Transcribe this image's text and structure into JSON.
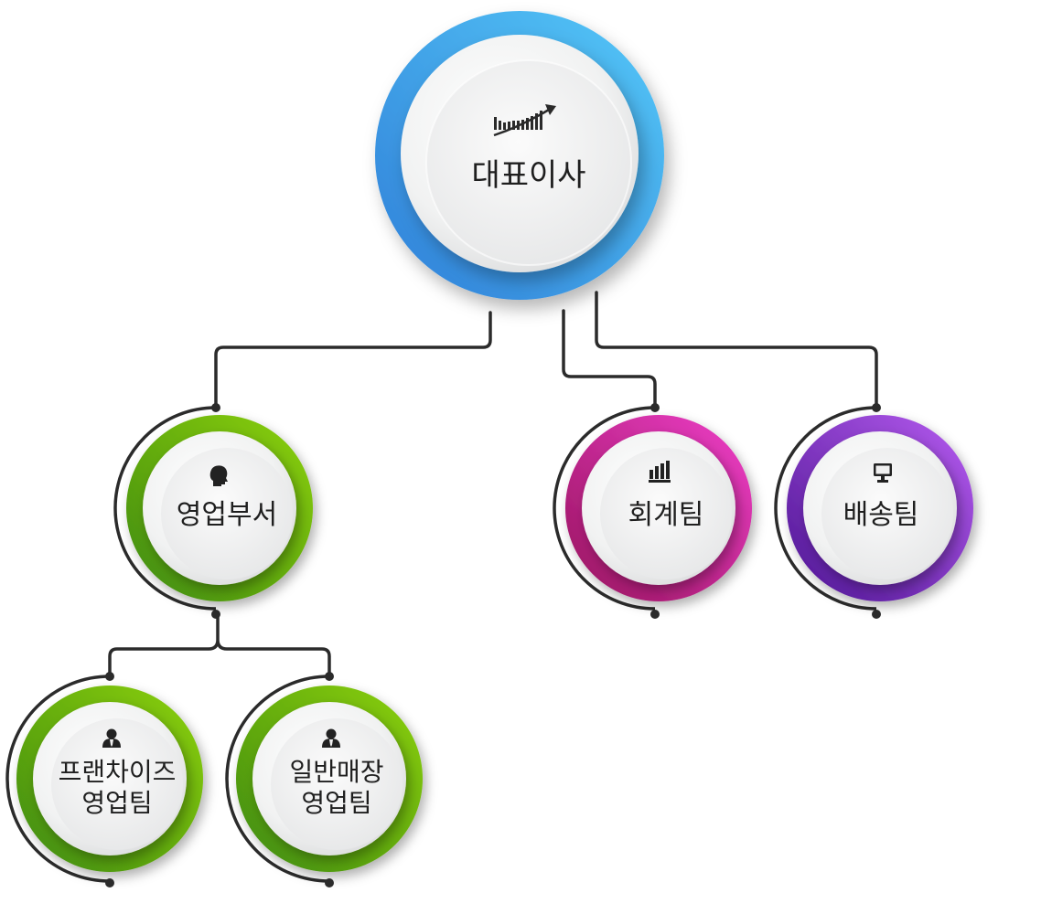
{
  "org_chart": {
    "root": {
      "label": "대표이사",
      "icon": "growth-chart-icon",
      "ring_colors": [
        "#2f7fd8",
        "#55c8f8"
      ]
    },
    "sales_dept": {
      "label": "영업부서",
      "icon": "person-head-icon",
      "ring_colors": [
        "#3f8a12",
        "#8cd10f"
      ]
    },
    "accounting_team": {
      "label": "회계팀",
      "icon": "bar-chart-icon",
      "ring_colors": [
        "#97135d",
        "#ef3fc9"
      ]
    },
    "delivery_team": {
      "label": "배송팀",
      "icon": "monitor-icon",
      "ring_colors": [
        "#4d1493",
        "#b65cf0"
      ]
    },
    "franchise_sales_team": {
      "label": "프랜차이즈\n영업팀",
      "icon": "user-icon",
      "ring_colors": [
        "#3f8a12",
        "#8cd10f"
      ]
    },
    "retail_sales_team": {
      "label": "일반매장\n영업팀",
      "icon": "user-icon",
      "ring_colors": [
        "#3f8a12",
        "#8cd10f"
      ]
    }
  }
}
